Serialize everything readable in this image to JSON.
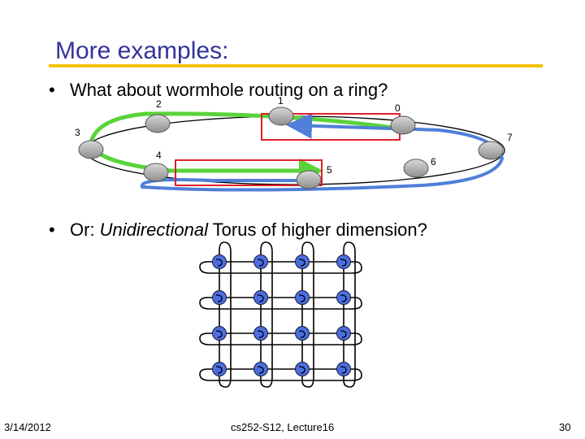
{
  "slide": {
    "title": "More examples:",
    "bullets": [
      {
        "text": "What about wormhole routing on a ring?"
      },
      {
        "prefix": "Or: ",
        "emphasis": "Unidirectional",
        "suffix": " Torus of higher dimension?"
      }
    ]
  },
  "ring": {
    "node_labels": [
      "0",
      "1",
      "2",
      "3",
      "4",
      "5",
      "6",
      "7"
    ],
    "colors": {
      "green_path": "#5ad33a",
      "blue_path": "#4f7fd9",
      "red_box": "#e0202a",
      "node_fill": "#b8b8b8"
    }
  },
  "torus": {
    "rows": 4,
    "cols": 4,
    "colors": {
      "node_fill": "#4a6ee0",
      "wire": "#000000"
    }
  },
  "footer": {
    "date": "3/14/2012",
    "course": "cs252-S12, Lecture16",
    "page": "30"
  }
}
